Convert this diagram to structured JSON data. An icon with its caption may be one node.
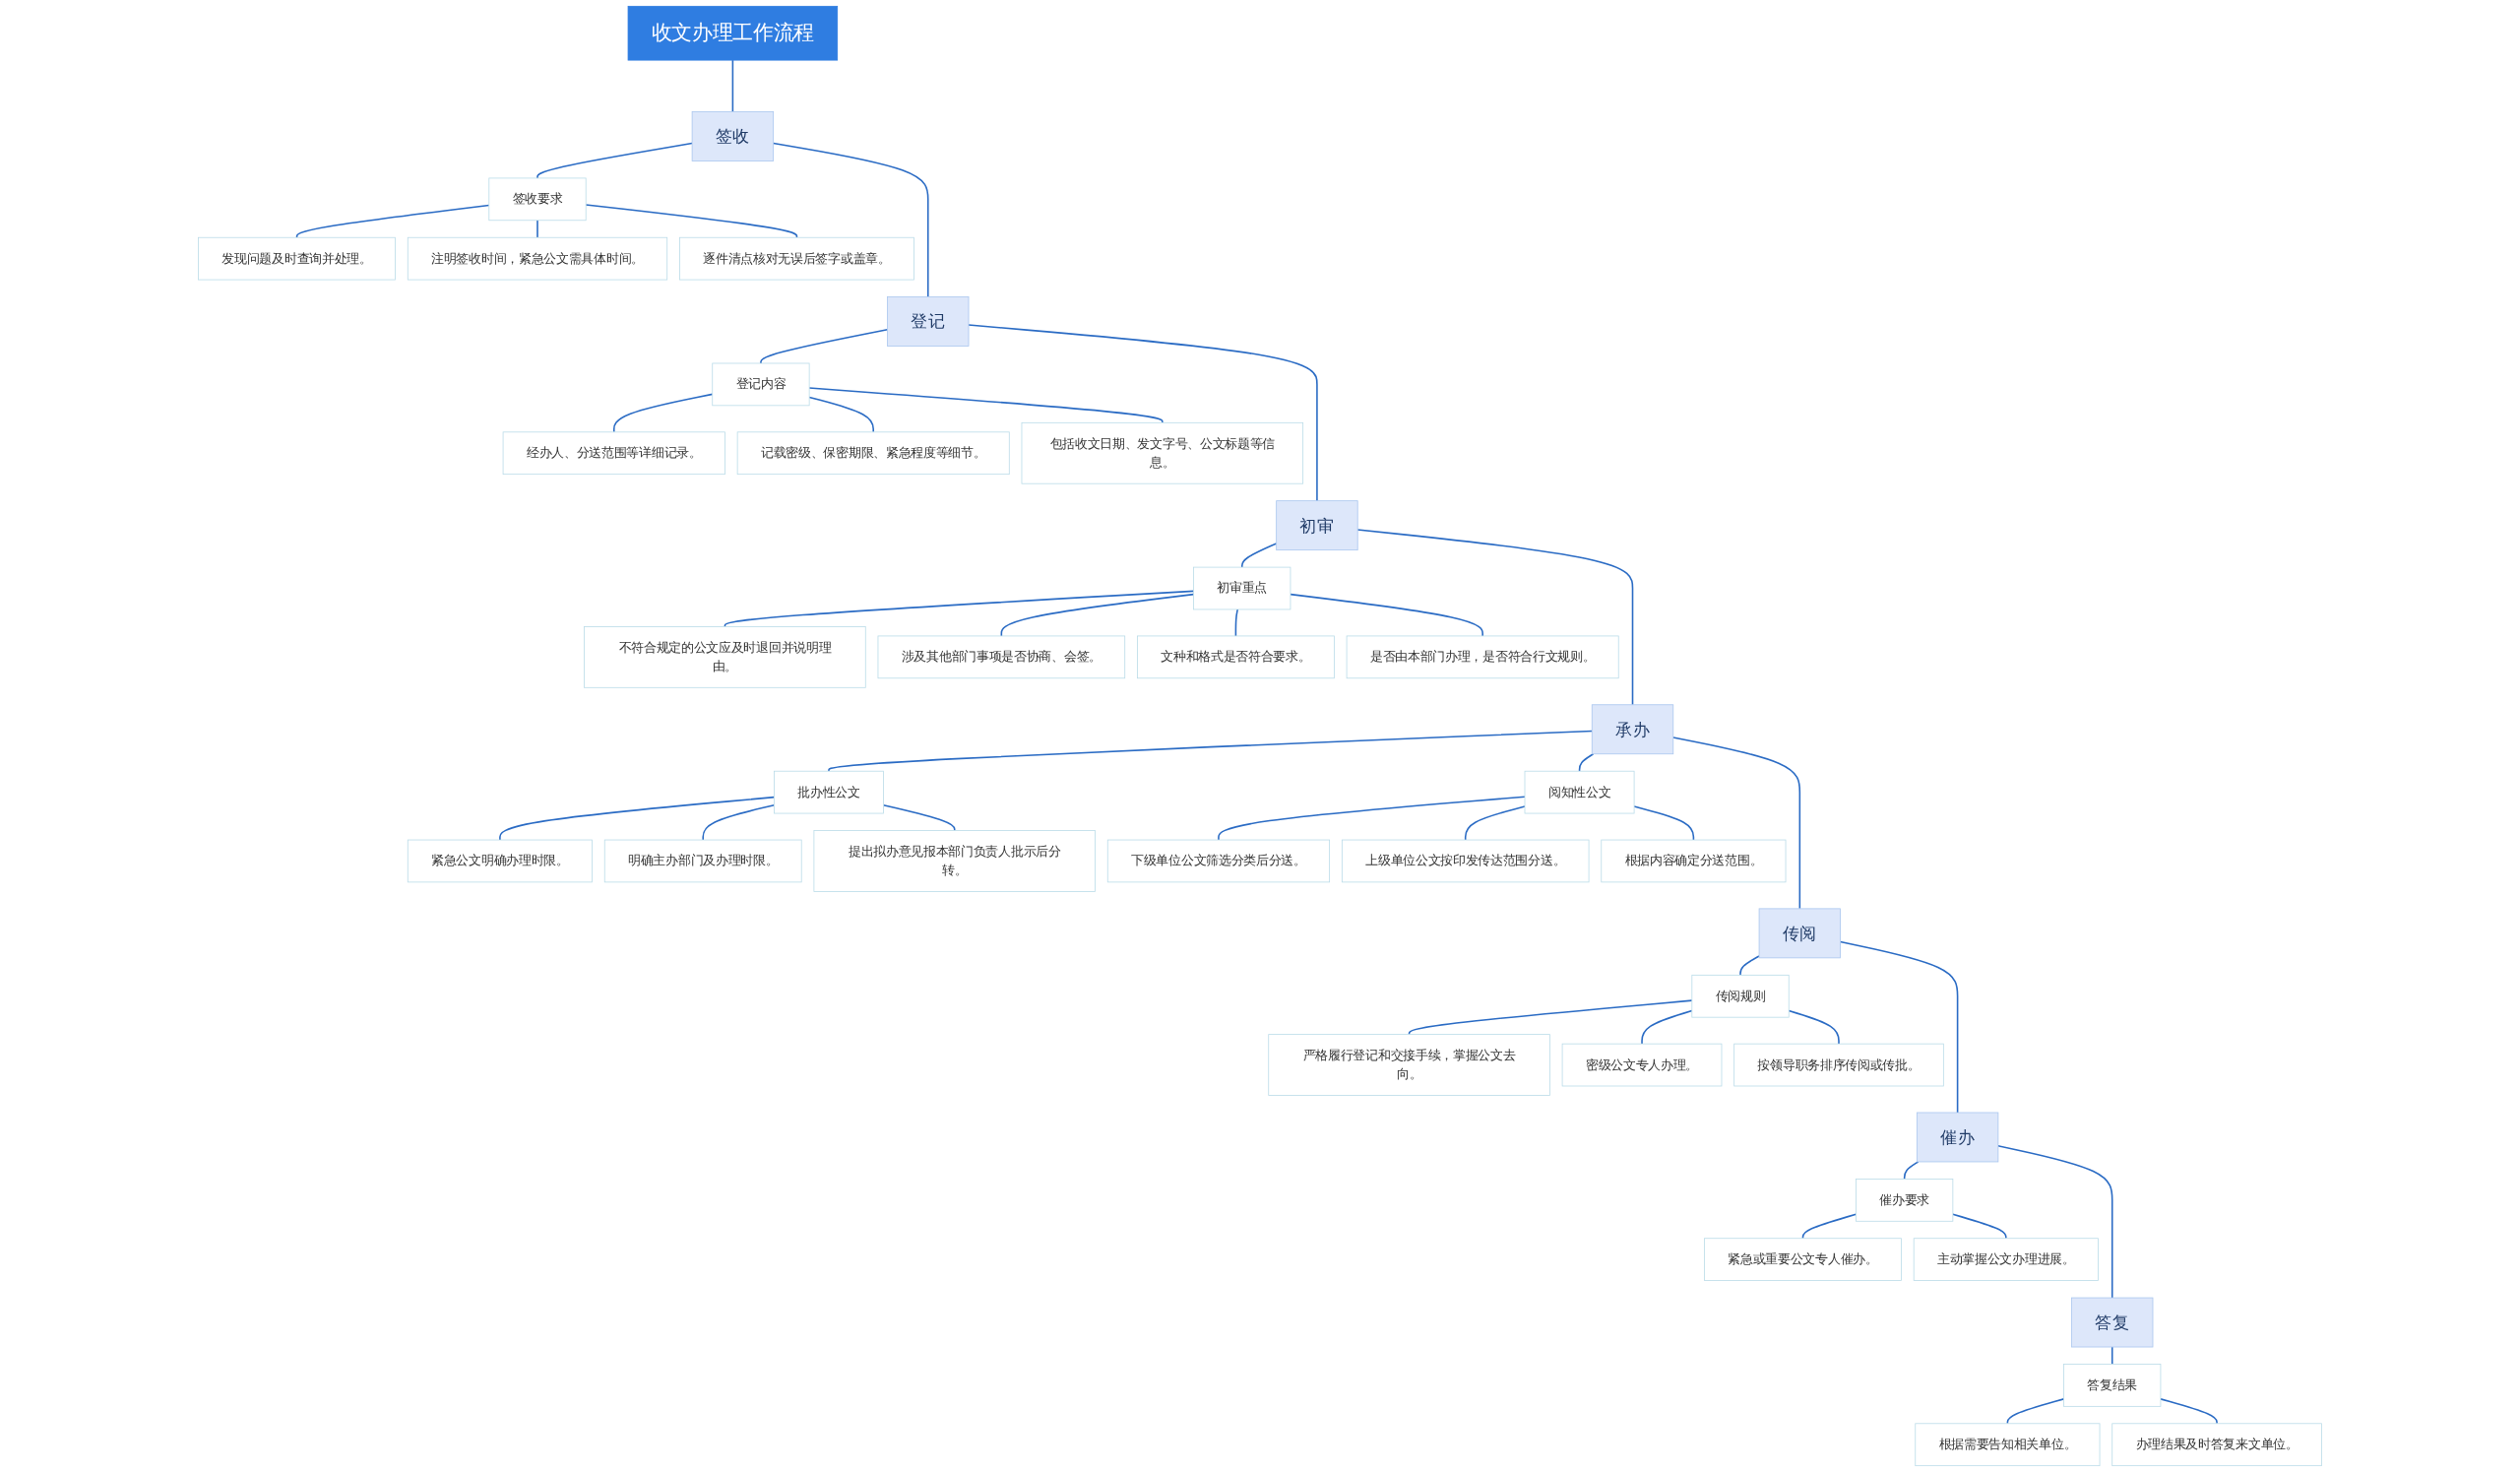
{
  "diagram": {
    "nodes": [
      {
        "text": [
          "收文办理工作流程"
        ]
      },
      {
        "text": [
          "签收"
        ]
      },
      {
        "text": [
          "签收要求"
        ]
      },
      {
        "text": [
          "发现问题及时查询并处理。"
        ]
      },
      {
        "text": [
          "注明签收时间，紧急公文需具体时间。"
        ]
      },
      {
        "text": [
          "逐件清点核对无误后签字或盖章。"
        ]
      },
      {
        "text": [
          "登记"
        ]
      },
      {
        "text": [
          "登记内容"
        ]
      },
      {
        "text": [
          "经办人、分送范围等详细记录。"
        ]
      },
      {
        "text": [
          "记载密级、保密期限、紧急程度等细节。"
        ]
      },
      {
        "text": [
          "包括收文日期、发文字号、公文标题等信息。"
        ]
      },
      {
        "text": [
          "初审"
        ]
      },
      {
        "text": [
          "初审重点"
        ]
      },
      {
        "text": [
          "不符合规定的公文应及时退回并说明理由。"
        ]
      },
      {
        "text": [
          "涉及其他部门事项是否协商、会签。"
        ]
      },
      {
        "text": [
          "文种和格式是否符合要求。"
        ]
      },
      {
        "text": [
          "是否由本部门办理，是否符合行文规则。"
        ]
      },
      {
        "text": [
          "承办"
        ]
      },
      {
        "text": [
          "批办性公文"
        ]
      },
      {
        "text": [
          "紧急公文明确办理时限。"
        ]
      },
      {
        "text": [
          "明确主办部门及办理时限。"
        ]
      },
      {
        "text": [
          "提出拟办意见报本部门负责人批示后分转。"
        ]
      },
      {
        "text": [
          "阅知性公文"
        ]
      },
      {
        "text": [
          "下级单位公文筛选分类后分送。"
        ]
      },
      {
        "text": [
          "上级单位公文按印发传达范围分送。"
        ]
      },
      {
        "text": [
          "根据内容确定分送范围。"
        ]
      },
      {
        "text": [
          "传阅"
        ]
      },
      {
        "text": [
          "传阅规则"
        ]
      },
      {
        "text": [
          "严格履行登记和交接手续，掌握公文去向。"
        ]
      },
      {
        "text": [
          "密级公文专人办理。"
        ]
      },
      {
        "text": [
          "按领导职务排序传阅或传批。"
        ]
      },
      {
        "text": [
          "催办"
        ]
      },
      {
        "text": [
          "催办要求"
        ]
      },
      {
        "text": [
          "紧急或重要公文专人催办。"
        ]
      },
      {
        "text": [
          "主动掌握公文办理进展。"
        ]
      },
      {
        "text": [
          "答复"
        ]
      },
      {
        "text": [
          "答复结果"
        ]
      },
      {
        "text": [
          "根据需要告知相关单位。"
        ]
      },
      {
        "text": [
          "办理结果及时答复来文单位。"
        ]
      }
    ],
    "edges": [
      {
        "from": 0,
        "to": 1,
        "arrow": "none"
      },
      {
        "from": 1,
        "to": 2,
        "arrow": "none"
      },
      {
        "from": 2,
        "to": 3,
        "arrow": "none"
      },
      {
        "from": 2,
        "to": 4,
        "arrow": "none"
      },
      {
        "from": 2,
        "to": 5,
        "arrow": "none"
      },
      {
        "from": 1,
        "to": 6,
        "arrow": "none"
      },
      {
        "from": 6,
        "to": 7,
        "arrow": "none"
      },
      {
        "from": 7,
        "to": 8,
        "arrow": "none"
      },
      {
        "from": 7,
        "to": 9,
        "arrow": "none"
      },
      {
        "from": 7,
        "to": 10,
        "arrow": "none"
      },
      {
        "from": 6,
        "to": 11,
        "arrow": "none"
      },
      {
        "from": 11,
        "to": 12,
        "arrow": "none"
      },
      {
        "from": 12,
        "to": 13,
        "arrow": "none"
      },
      {
        "from": 12,
        "to": 14,
        "arrow": "none"
      },
      {
        "from": 12,
        "to": 15,
        "arrow": "none"
      },
      {
        "from": 12,
        "to": 16,
        "arrow": "none"
      },
      {
        "from": 11,
        "to": 17,
        "arrow": "none"
      },
      {
        "from": 17,
        "to": 18,
        "arrow": "none"
      },
      {
        "from": 18,
        "to": 19,
        "arrow": "none"
      },
      {
        "from": 18,
        "to": 20,
        "arrow": "none"
      },
      {
        "from": 18,
        "to": 21,
        "arrow": "none"
      },
      {
        "from": 17,
        "to": 22,
        "arrow": "none"
      },
      {
        "from": 22,
        "to": 23,
        "arrow": "none"
      },
      {
        "from": 22,
        "to": 24,
        "arrow": "none"
      },
      {
        "from": 22,
        "to": 25,
        "arrow": "none"
      },
      {
        "from": 17,
        "to": 26,
        "arrow": "none"
      },
      {
        "from": 26,
        "to": 27,
        "arrow": "none"
      },
      {
        "from": 27,
        "to": 28,
        "arrow": "none"
      },
      {
        "from": 27,
        "to": 29,
        "arrow": "none"
      },
      {
        "from": 27,
        "to": 30,
        "arrow": "none"
      },
      {
        "from": 26,
        "to": 31,
        "arrow": "none"
      },
      {
        "from": 31,
        "to": 32,
        "arrow": "none"
      },
      {
        "from": 32,
        "to": 33,
        "arrow": "none"
      },
      {
        "from": 32,
        "to": 34,
        "arrow": "none"
      },
      {
        "from": 31,
        "to": 35,
        "arrow": "none"
      },
      {
        "from": 35,
        "to": 36,
        "arrow": "none"
      },
      {
        "from": 36,
        "to": 37,
        "arrow": "none"
      },
      {
        "from": 36,
        "to": 38,
        "arrow": "none"
      }
    ]
  }
}
